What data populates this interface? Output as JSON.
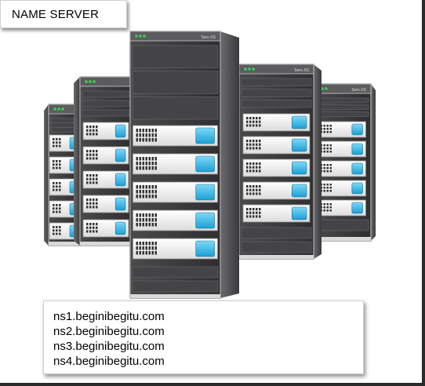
{
  "title": "NAME SERVER",
  "brand_label": "Serv-XS",
  "nameservers": [
    "ns1.beginibegitu.com",
    "ns2.beginibegitu.com",
    "ns3.beginibegitu.com",
    "ns4.beginibegitu.com"
  ],
  "colors": {
    "rack_body": "#3f3f41",
    "rack_side": "#5a5a5c",
    "panel": "#f4f4f4",
    "screen": "#35b8e8",
    "led": "#39d353",
    "frame": "#2b2b2b"
  }
}
